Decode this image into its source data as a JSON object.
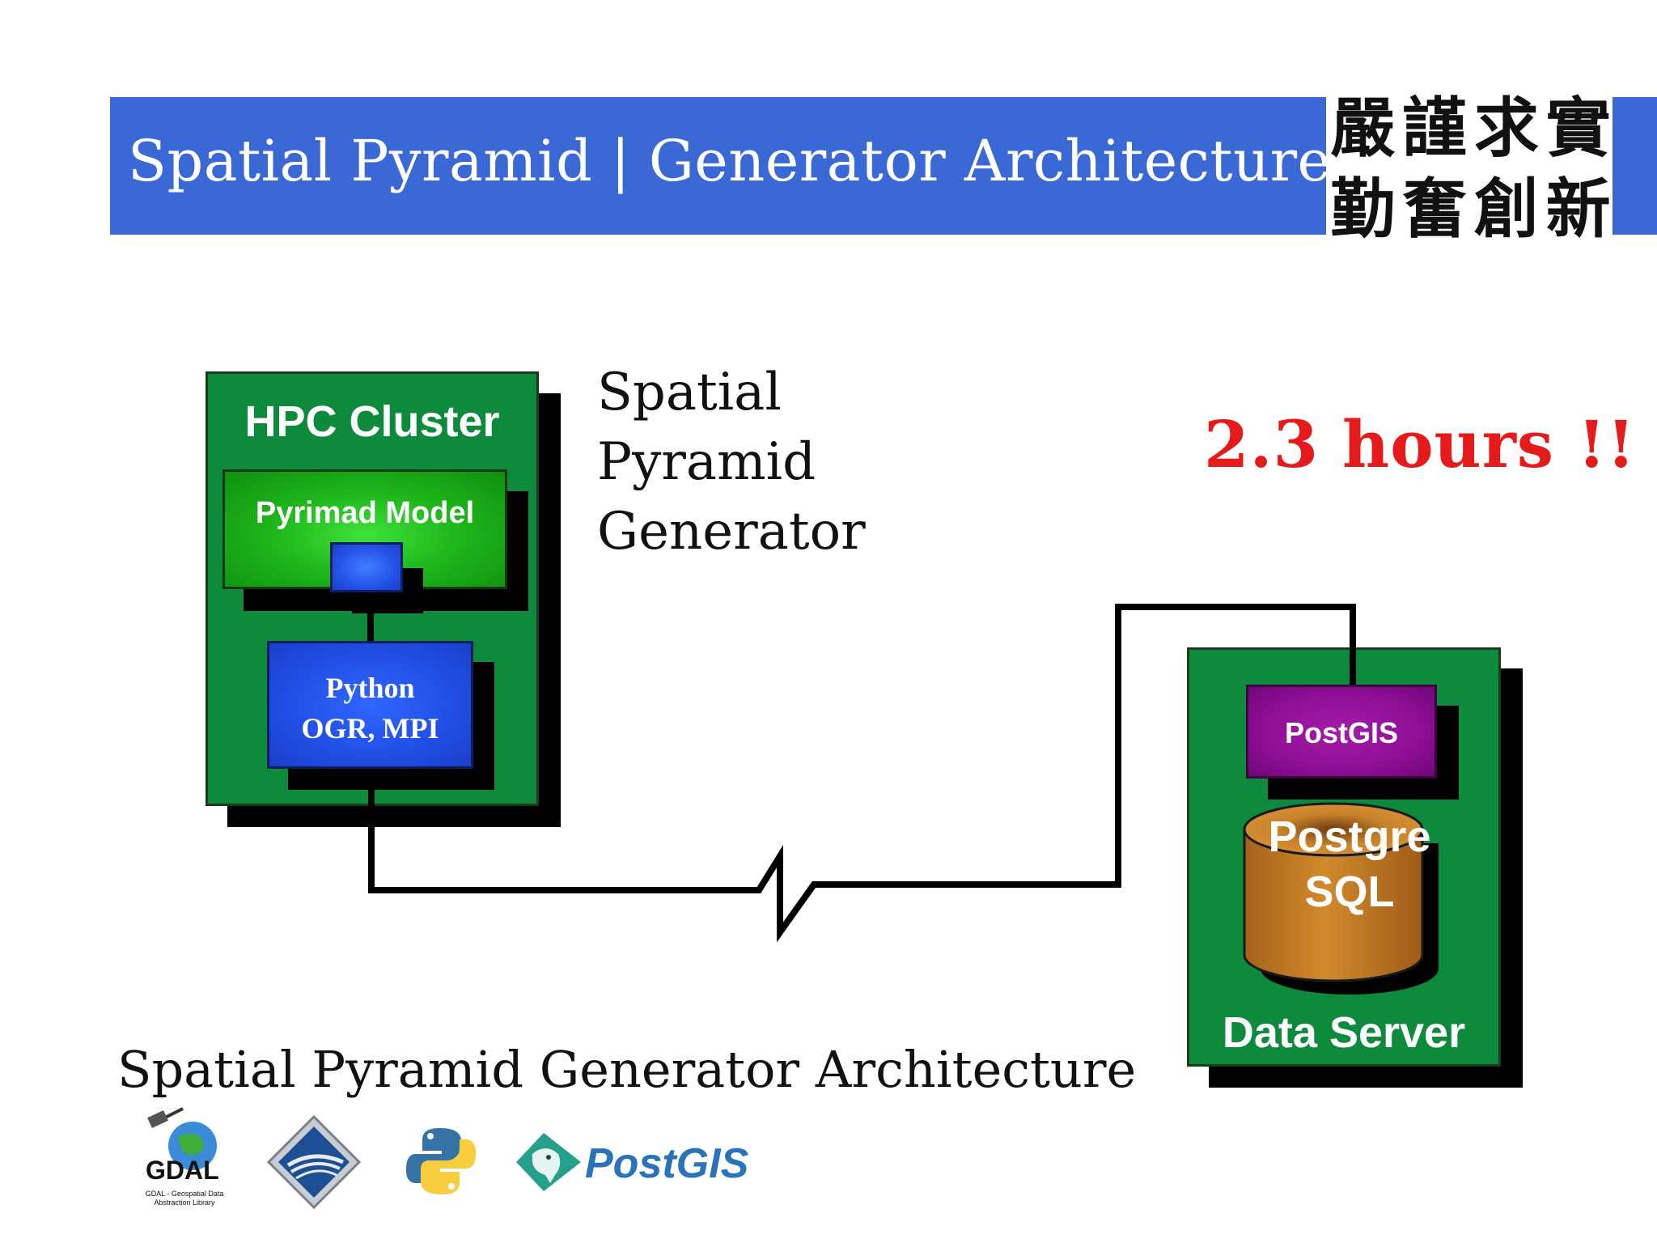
{
  "header": {
    "title": "Spatial Pyramid | Generator Architecture",
    "calligraphy": [
      "嚴",
      "謹",
      "求",
      "實",
      "勤",
      "奮",
      "創",
      "新"
    ]
  },
  "diagram": {
    "hpc_cluster": {
      "title": "HPC Cluster",
      "model_label": "Pyrimad Model",
      "python_line1": "Python",
      "python_line2": "OGR, MPI"
    },
    "side_title": "Spatial\nPyramid\nGenerator",
    "timing": "2.3 hours !!",
    "data_server": {
      "postgis_label": "PostGIS",
      "db_line1": "Postgre",
      "db_line2": "SQL",
      "server_label": "Data Server"
    },
    "caption": "Spatial Pyramid Generator Architecture"
  },
  "logos": {
    "gdal_name": "GDAL",
    "gdal_sub": "GDAL - Geospatial Data Abstraction Library",
    "postgis_name": "PostGIS",
    "icons": [
      "gdal-logo-icon",
      "globe-diamond-logo-icon",
      "python-logo-icon",
      "postgis-elephant-icon"
    ]
  },
  "colors": {
    "header_blue": "#3a68d4",
    "node_green": "#0d8a3c",
    "model_green": "#1fb81c",
    "python_blue": "#2250e6",
    "postgis_purple": "#8e0f96",
    "db_orange": "#c97820",
    "timing_red": "#e51b1b"
  }
}
